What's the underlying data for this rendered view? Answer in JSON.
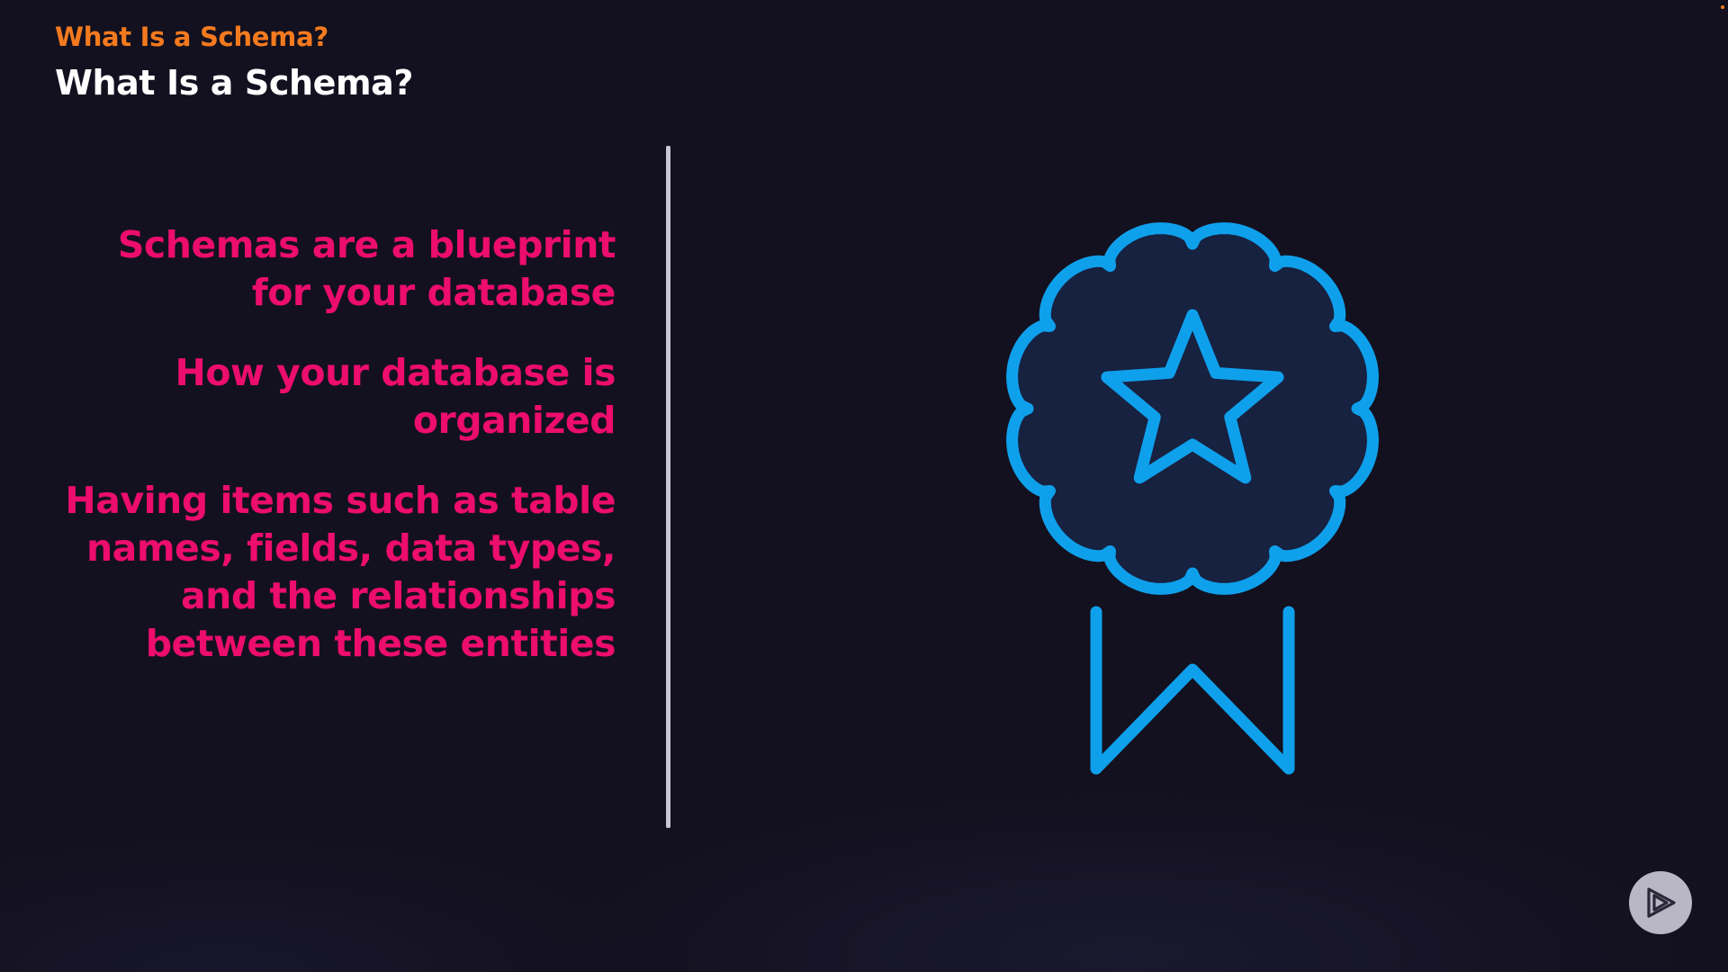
{
  "header": {
    "eyebrow": "What Is a Schema?",
    "title": "What Is a Schema?"
  },
  "points": [
    {
      "lines": [
        "Schemas are a blueprint",
        "for your database"
      ]
    },
    {
      "lines": [
        "How your database is",
        "organized"
      ]
    },
    {
      "lines": [
        "Having items such as table",
        "names, fields, data types,",
        "and the relationships",
        "between these entities"
      ]
    }
  ],
  "icons": {
    "illustration": "award-badge-star-icon",
    "play": "play-logo-icon"
  },
  "colors": {
    "background": "#13111f",
    "eyebrow": "#f47a1f",
    "title": "#ffffff",
    "points": "#ec0d6c",
    "divider": "#c8c6d0",
    "icon_stroke": "#0fa0ec",
    "icon_fill": "#172140",
    "play_button": "#b9b7c4",
    "play_icon": "#2a2838",
    "corner_dot": "#f47a1f"
  }
}
